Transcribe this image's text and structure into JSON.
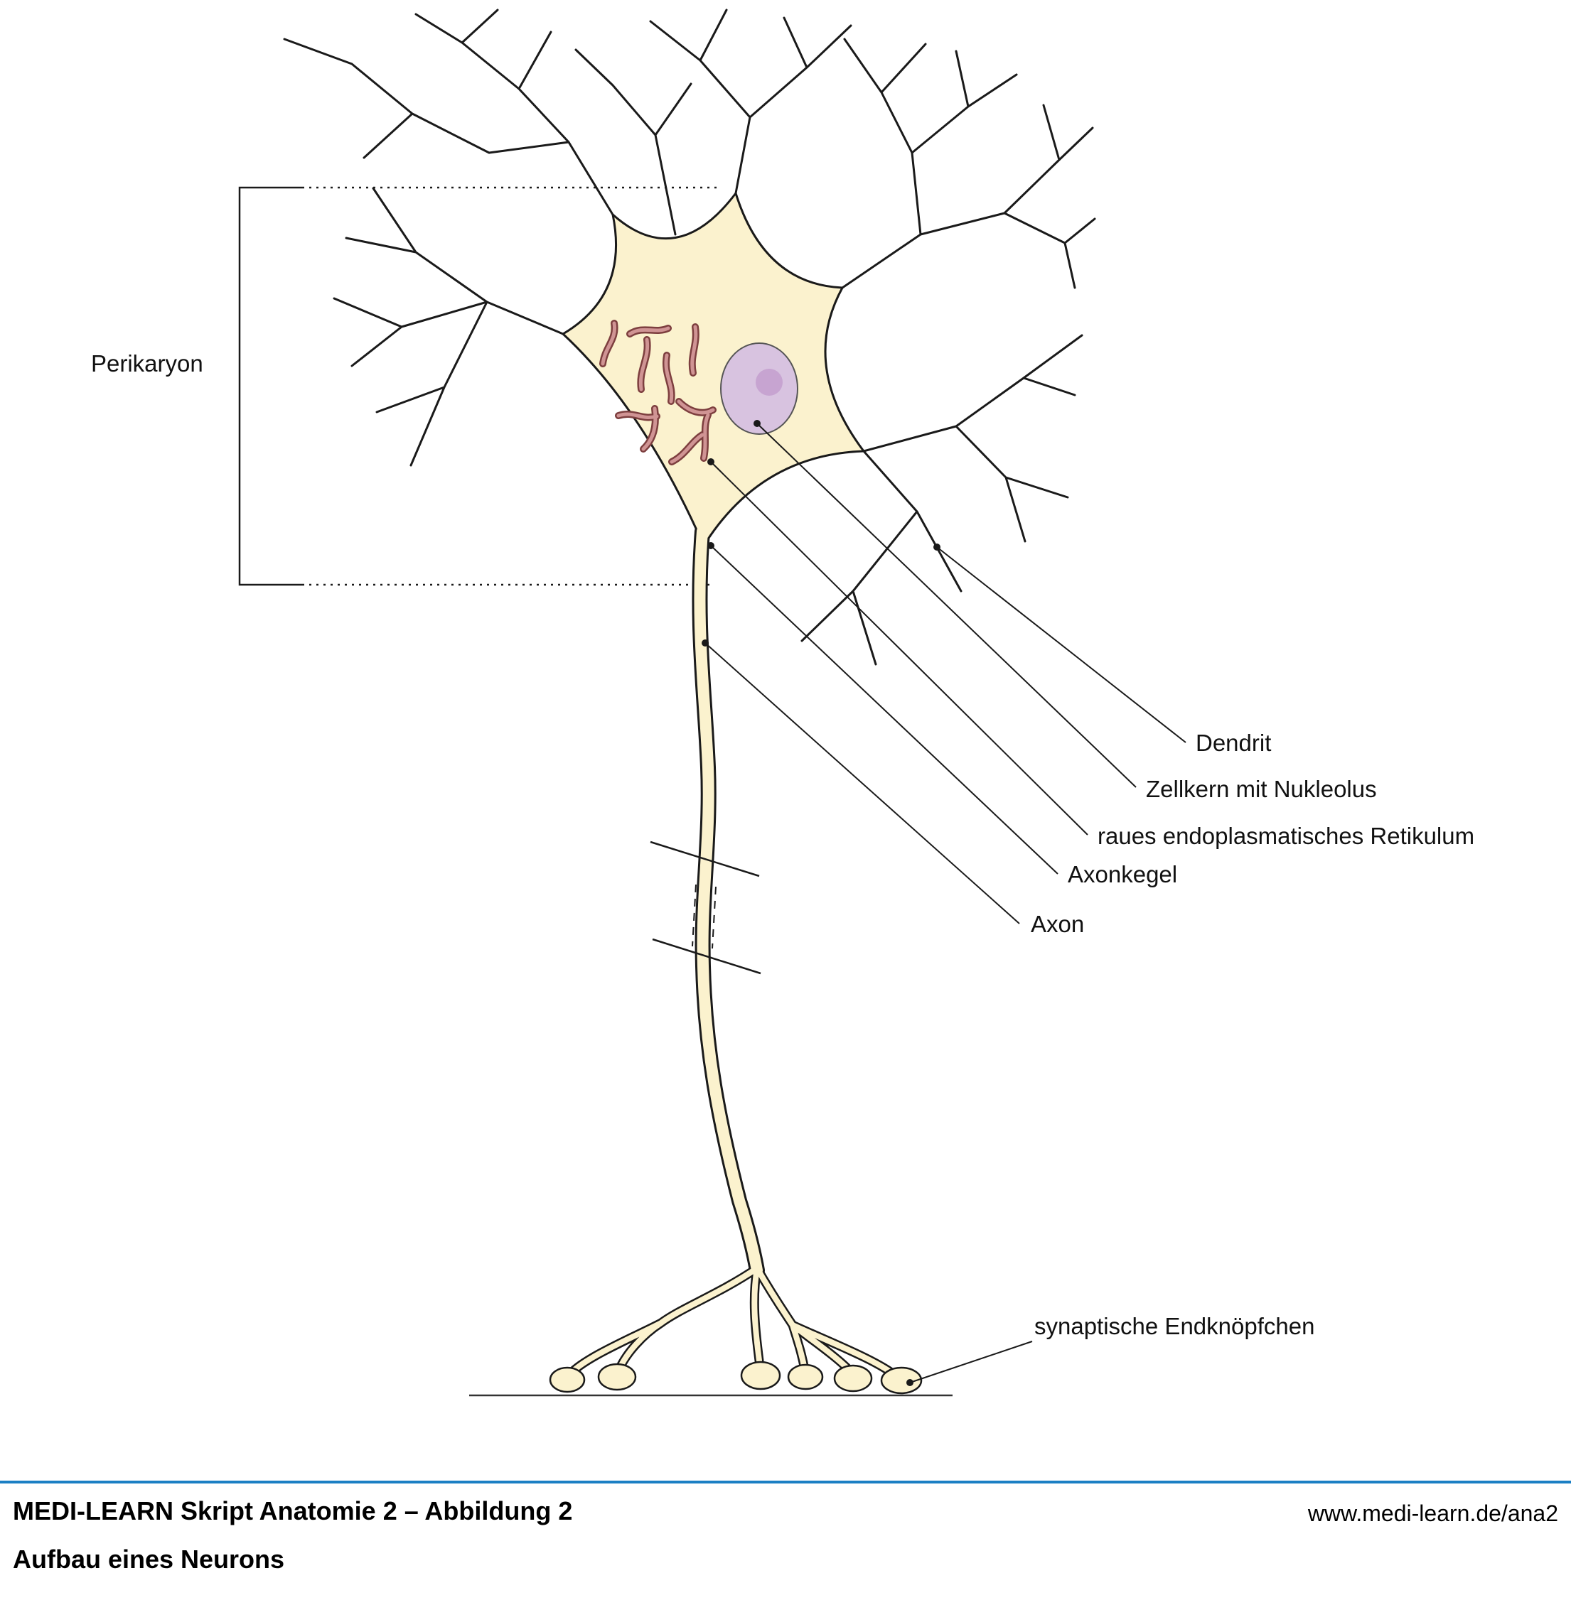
{
  "labels": {
    "perikaryon": "Perikaryon",
    "dendrit": "Dendrit",
    "zellkern": "Zellkern mit Nukleolus",
    "raues_er": "raues endoplasmatisches Retikulum",
    "axonkegel": "Axonkegel",
    "axon": "Axon",
    "endknoepfchen": "synaptische Endknöpfchen"
  },
  "footer": {
    "title": "MEDI-LEARN Skript Anatomie 2 – Abbildung 2",
    "subtitle": "Aufbau eines Neurons",
    "url": "www.medi-learn.de/ana2"
  },
  "colors": {
    "cell_fill": "#fbf2ce",
    "nucleus_fill": "#d8c3e0",
    "nucleolus_fill": "#c7a4d1",
    "er_outline": "#7d3f3f",
    "er_fill": "#d09494",
    "outline": "#1a1a1a",
    "footer_line": "#1b7fc4"
  }
}
